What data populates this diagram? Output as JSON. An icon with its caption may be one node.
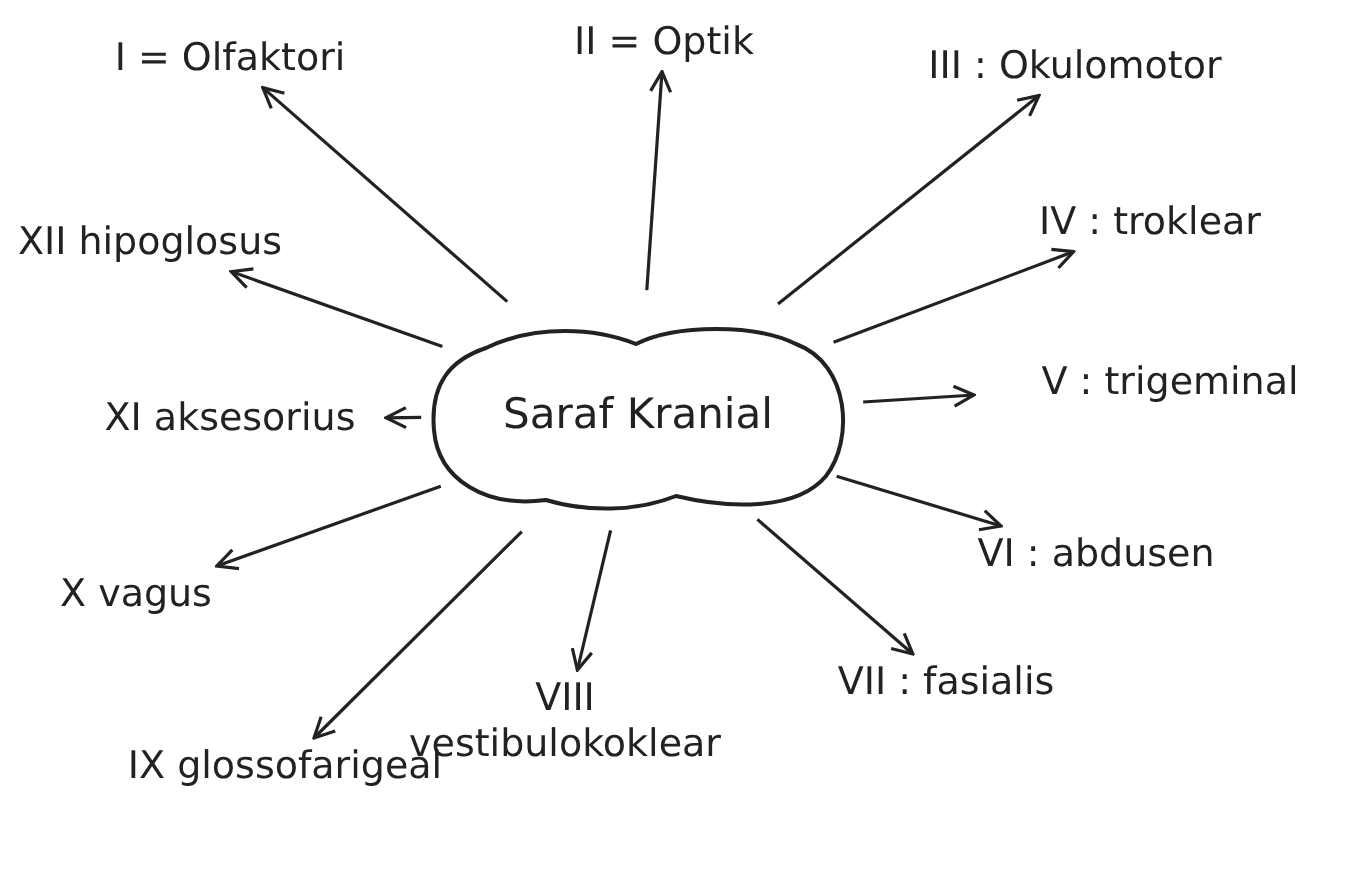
{
  "diagram": {
    "nodes": [
      {
        "text": [
          "Saraf Kranial"
        ]
      },
      {
        "text": [
          "I = Olfaktori"
        ]
      },
      {
        "text": [
          "II = Optik"
        ]
      },
      {
        "text": [
          "III : Okulomotor"
        ]
      },
      {
        "text": [
          "IV : troklear"
        ]
      },
      {
        "text": [
          "V : trigeminal"
        ]
      },
      {
        "text": [
          "VI : abdusen"
        ]
      },
      {
        "text": [
          "VII : fasialis"
        ]
      },
      {
        "text": [
          "VIII vestibulokoklear"
        ]
      },
      {
        "text": [
          "IX glossofarigeal"
        ]
      },
      {
        "text": [
          "X vagus"
        ]
      },
      {
        "text": [
          "XI aksesorius"
        ]
      },
      {
        "text": [
          "XII hipoglosus"
        ]
      }
    ],
    "edges": [
      {
        "from": 0,
        "to": 1,
        "arrow": "to"
      },
      {
        "from": 0,
        "to": 2,
        "arrow": "to"
      },
      {
        "from": 0,
        "to": 3,
        "arrow": "to"
      },
      {
        "from": 0,
        "to": 4,
        "arrow": "to"
      },
      {
        "from": 0,
        "to": 5,
        "arrow": "to"
      },
      {
        "from": 0,
        "to": 6,
        "arrow": "to"
      },
      {
        "from": 0,
        "to": 7,
        "arrow": "to"
      },
      {
        "from": 0,
        "to": 8,
        "arrow": "to"
      },
      {
        "from": 0,
        "to": 9,
        "arrow": "to"
      },
      {
        "from": 0,
        "to": 10,
        "arrow": "to"
      },
      {
        "from": 0,
        "to": 11,
        "arrow": "to"
      },
      {
        "from": 0,
        "to": 12,
        "arrow": "to"
      }
    ]
  }
}
